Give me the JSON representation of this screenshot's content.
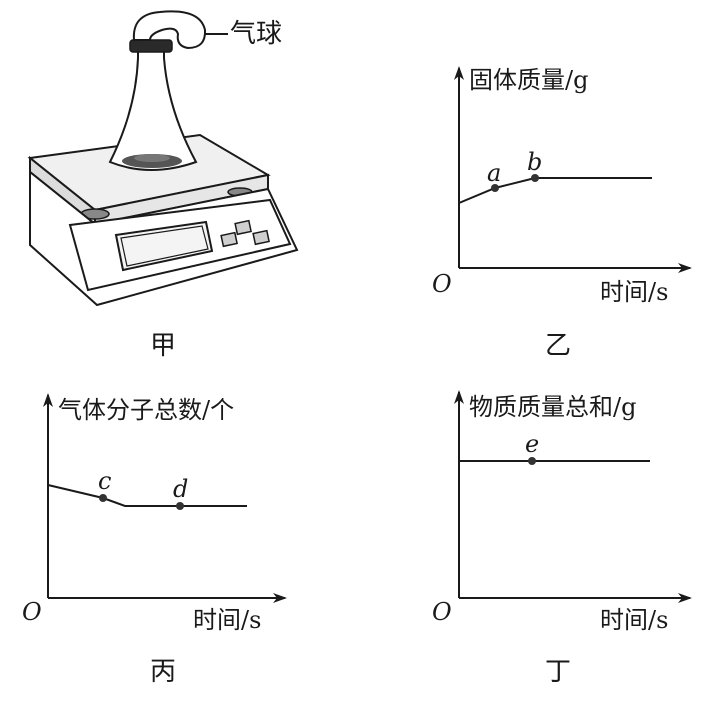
{
  "panels": {
    "jia": {
      "caption": "甲",
      "balloon_label": "气球"
    },
    "yi": {
      "caption": "乙",
      "y_axis_label": "固体质量/g",
      "x_axis_label": "时间/s",
      "origin_label": "O",
      "point_a": "a",
      "point_b": "b"
    },
    "bing": {
      "caption": "丙",
      "y_axis_label": "气体分子总数/个",
      "x_axis_label": "时间/s",
      "origin_label": "O",
      "point_c": "c",
      "point_d": "d"
    },
    "ding": {
      "caption": "丁",
      "y_axis_label": "物质质量总和/g",
      "x_axis_label": "时间/s",
      "origin_label": "O",
      "point_e": "e"
    }
  }
}
